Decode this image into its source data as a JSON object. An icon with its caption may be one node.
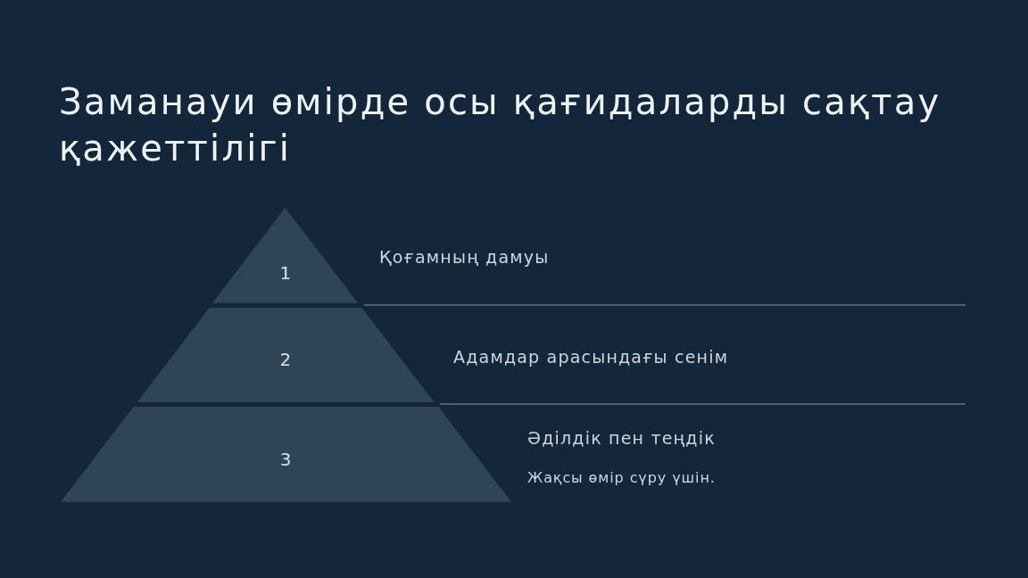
{
  "diagram": {
    "title": "Заманауи өмірде осы қағидаларды сақтау қажеттілігі",
    "nodes": [
      {
        "text": [
          "1"
        ],
        "beside": [
          "Қоғамның дамуы"
        ]
      },
      {
        "text": [
          "2"
        ],
        "beside": [
          "Адамдар арасындағы сенім"
        ]
      },
      {
        "text": [
          "3"
        ],
        "beside": [
          "Әділдік пен теңдік",
          "Жақсы өмір сүру үшін."
        ]
      }
    ]
  }
}
